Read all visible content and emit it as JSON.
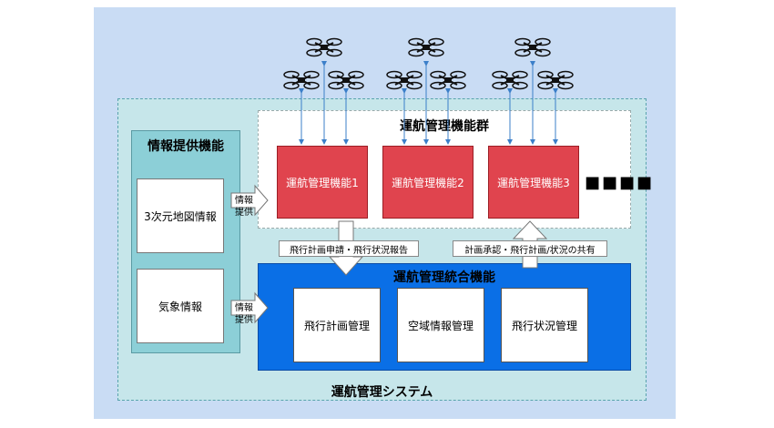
{
  "system_title": "運航管理システム",
  "info_panel": {
    "title": "情報提供機能",
    "items": [
      "3次元地図情報",
      "気象情報"
    ],
    "provide_label_1": "情報\n提供",
    "provide_label_2": "情報\n提供"
  },
  "group": {
    "title": "運航管理機能群",
    "functions": [
      "運航管理機能1",
      "運航管理機能2",
      "運航管理機能3"
    ],
    "ellipsis": "■■■■"
  },
  "integration": {
    "title": "運航管理統合機能",
    "subs": [
      "飛行計画管理",
      "空域情報管理",
      "飛行状況管理"
    ]
  },
  "flows": {
    "down_label": "飛行計画申請・飛行状況報告",
    "up_label": "計画承認・飛行計画/状況の共有"
  },
  "colors": {
    "background": "#c9dcf4",
    "system": "#c6e6ea",
    "info_panel": "#8ccfd7",
    "function": "#e0444e",
    "integration": "#0a6fe6"
  },
  "icons": [
    "drone-icon"
  ]
}
